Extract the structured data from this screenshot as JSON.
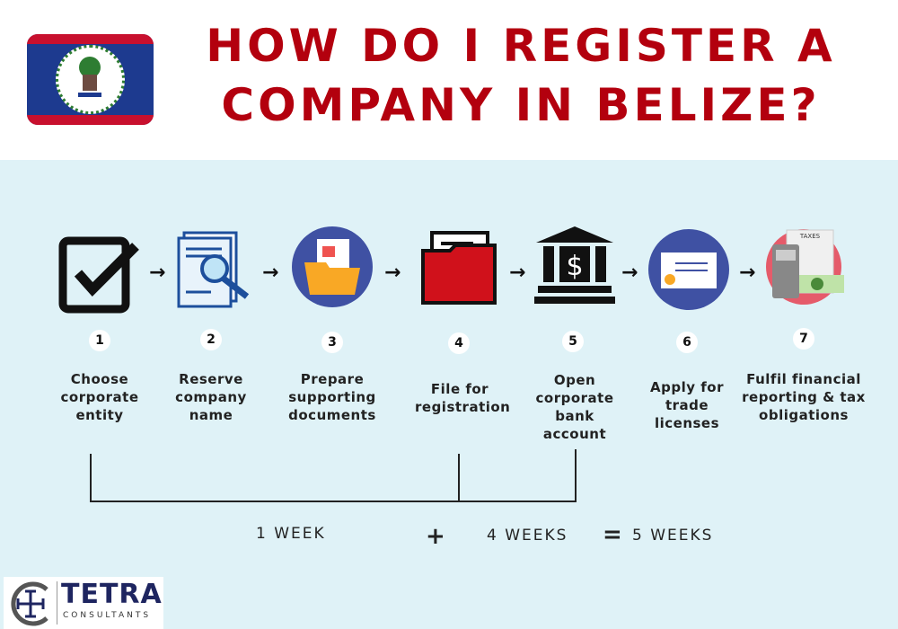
{
  "title": "HOW DO I REGISTER A COMPANY IN BELIZE?",
  "steps": [
    {
      "number": "1",
      "label": "Choose corporate entity",
      "icon": "checkbox-icon"
    },
    {
      "number": "2",
      "label": "Reserve company name",
      "icon": "document-search-icon"
    },
    {
      "number": "3",
      "label": "Prepare supporting documents",
      "icon": "folder-documents-icon"
    },
    {
      "number": "4",
      "label": "File for registration",
      "icon": "red-folder-icon"
    },
    {
      "number": "5",
      "label": "Open corporate bank account",
      "icon": "bank-icon"
    },
    {
      "number": "6",
      "label": "Apply for trade licenses",
      "icon": "certificate-icon"
    },
    {
      "number": "7",
      "label": "Fulfil financial reporting & tax obligations",
      "icon": "taxes-calculator-icon"
    }
  ],
  "tax_doc_label": "TAXES",
  "timeline": {
    "first": "1 WEEK",
    "plus": "+",
    "second": "4 WEEKS",
    "equals": "=",
    "total": "5 WEEKS"
  },
  "logo": {
    "name": "TETRA",
    "sub": "CONSULTANTS"
  },
  "colors": {
    "title": "#b3000e",
    "background": "#dff2f7",
    "flag_blue": "#1d3a8f",
    "flag_red": "#c8102e"
  }
}
